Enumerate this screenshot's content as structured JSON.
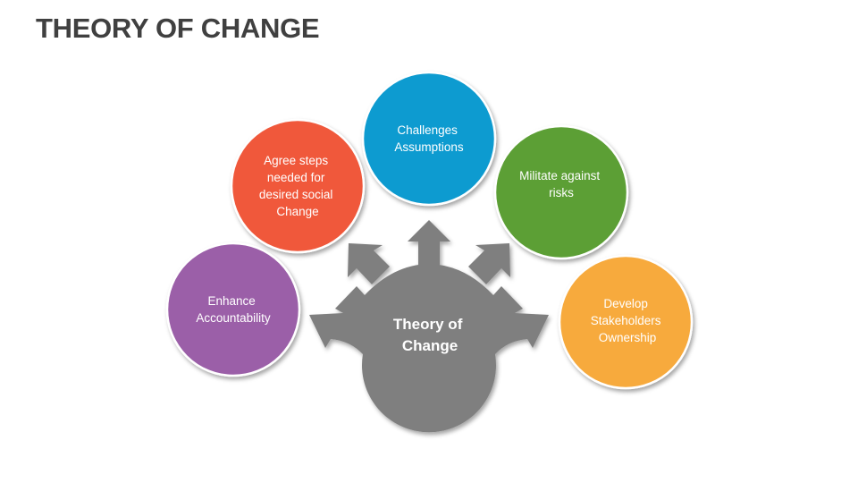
{
  "slide": {
    "title": "THEORY OF CHANGE"
  },
  "hub": {
    "lines": [
      "Theory of",
      "Change"
    ],
    "color": "#7f7f7f"
  },
  "nodes": [
    {
      "id": "accountability",
      "lines": [
        "Enhance",
        "Accountability"
      ],
      "color": "#9b5ea8"
    },
    {
      "id": "agree-steps",
      "lines": [
        "Agree steps",
        "needed for",
        "desired social",
        "Change"
      ],
      "color": "#f0593b"
    },
    {
      "id": "challenges",
      "lines": [
        "Challenges",
        "Assumptions"
      ],
      "color": "#0f9bd0"
    },
    {
      "id": "risks",
      "lines": [
        "Militate against",
        "risks"
      ],
      "color": "#5c9f35"
    },
    {
      "id": "stakeholders",
      "lines": [
        "Develop",
        "Stakeholders",
        "Ownership"
      ],
      "color": "#f7aa3c"
    }
  ]
}
